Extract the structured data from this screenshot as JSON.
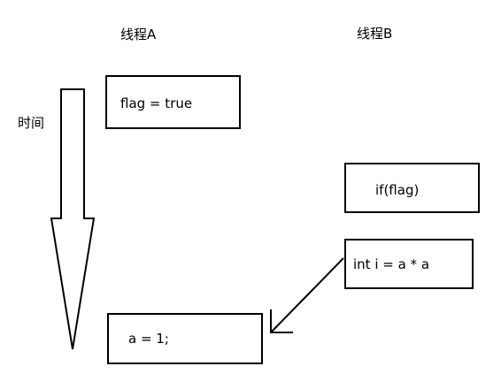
{
  "thread_a": {
    "label": "线程A"
  },
  "thread_b": {
    "label": "线程B"
  },
  "time_label": "时间",
  "boxes": {
    "flag_true": "flag = true",
    "if_flag": "if(flag)",
    "int_i": "int i = a * a",
    "a_eq_1": "a = 1;"
  }
}
